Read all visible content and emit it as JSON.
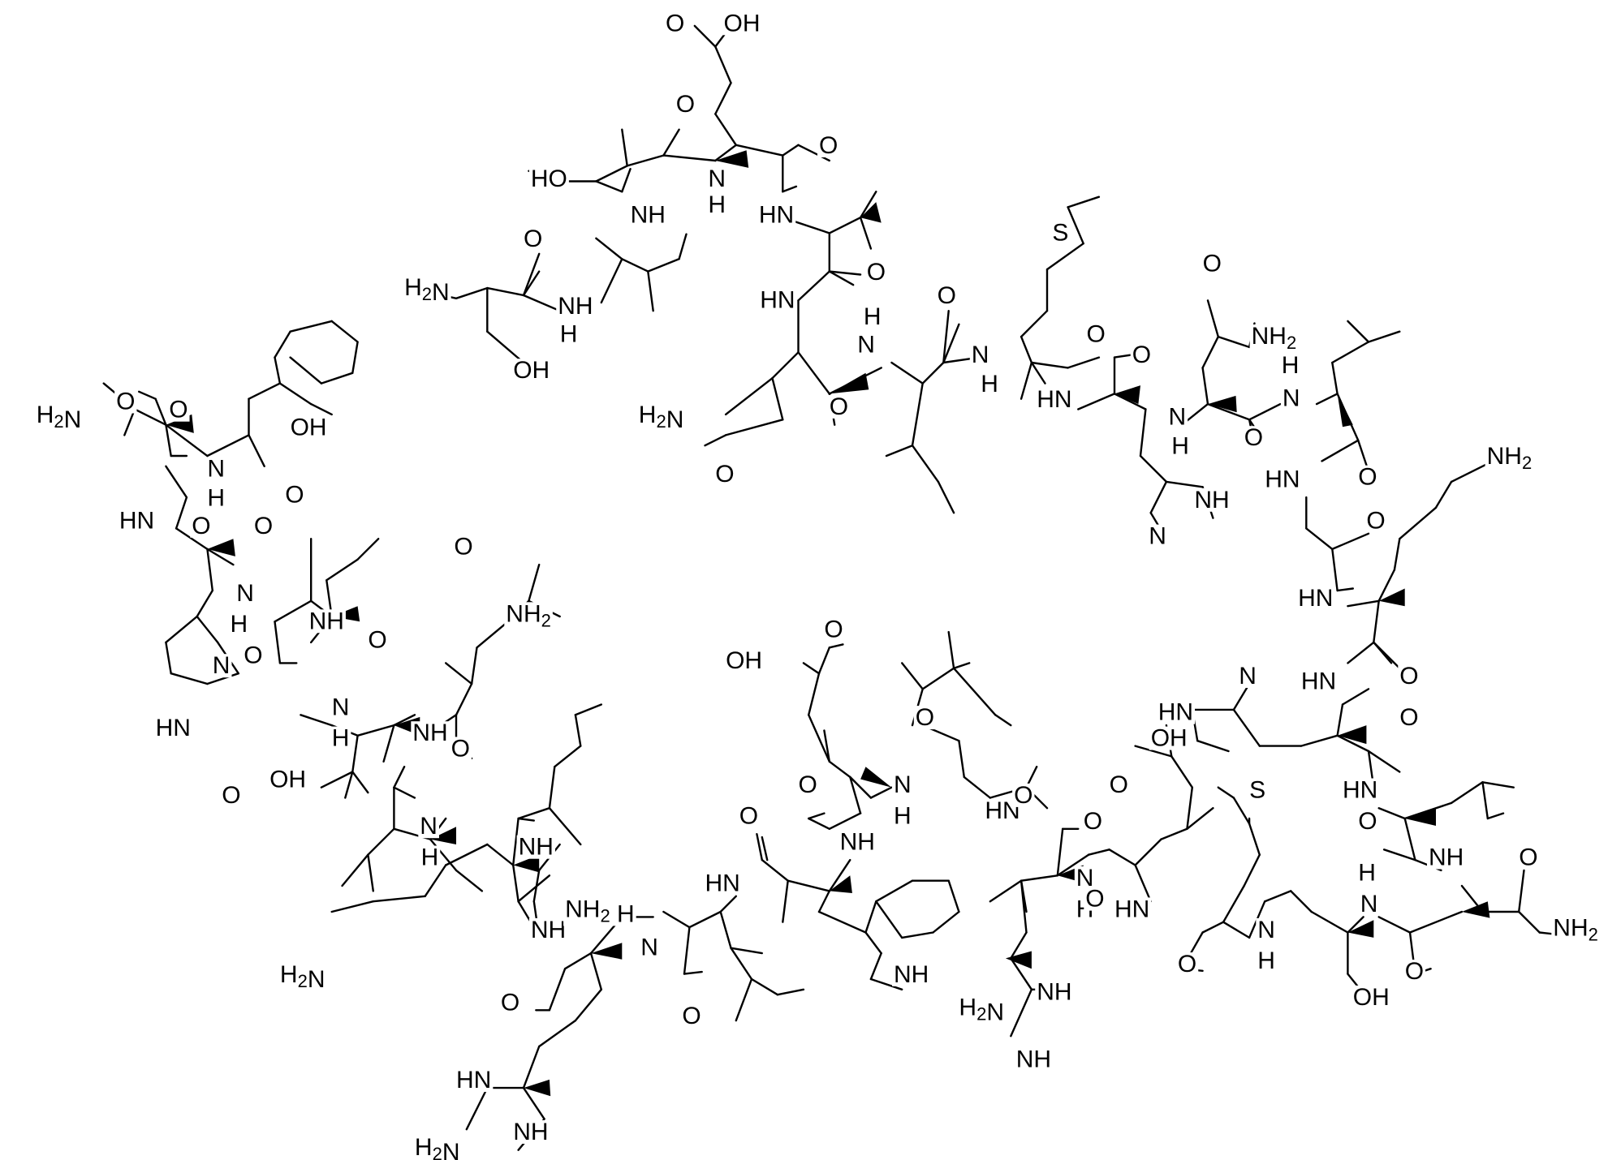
{
  "diagram": {
    "ink_color": "#000000",
    "background_color": "#ffffff",
    "atom_labels": {
      "oh": "OH",
      "ho": "HO",
      "o": "O",
      "n": "N",
      "h": "H",
      "nh": "NH",
      "hn": "HN",
      "s": "S",
      "h2n": "H2N",
      "nh2": "NH2",
      "nh2_h": "NH2 H"
    }
  }
}
